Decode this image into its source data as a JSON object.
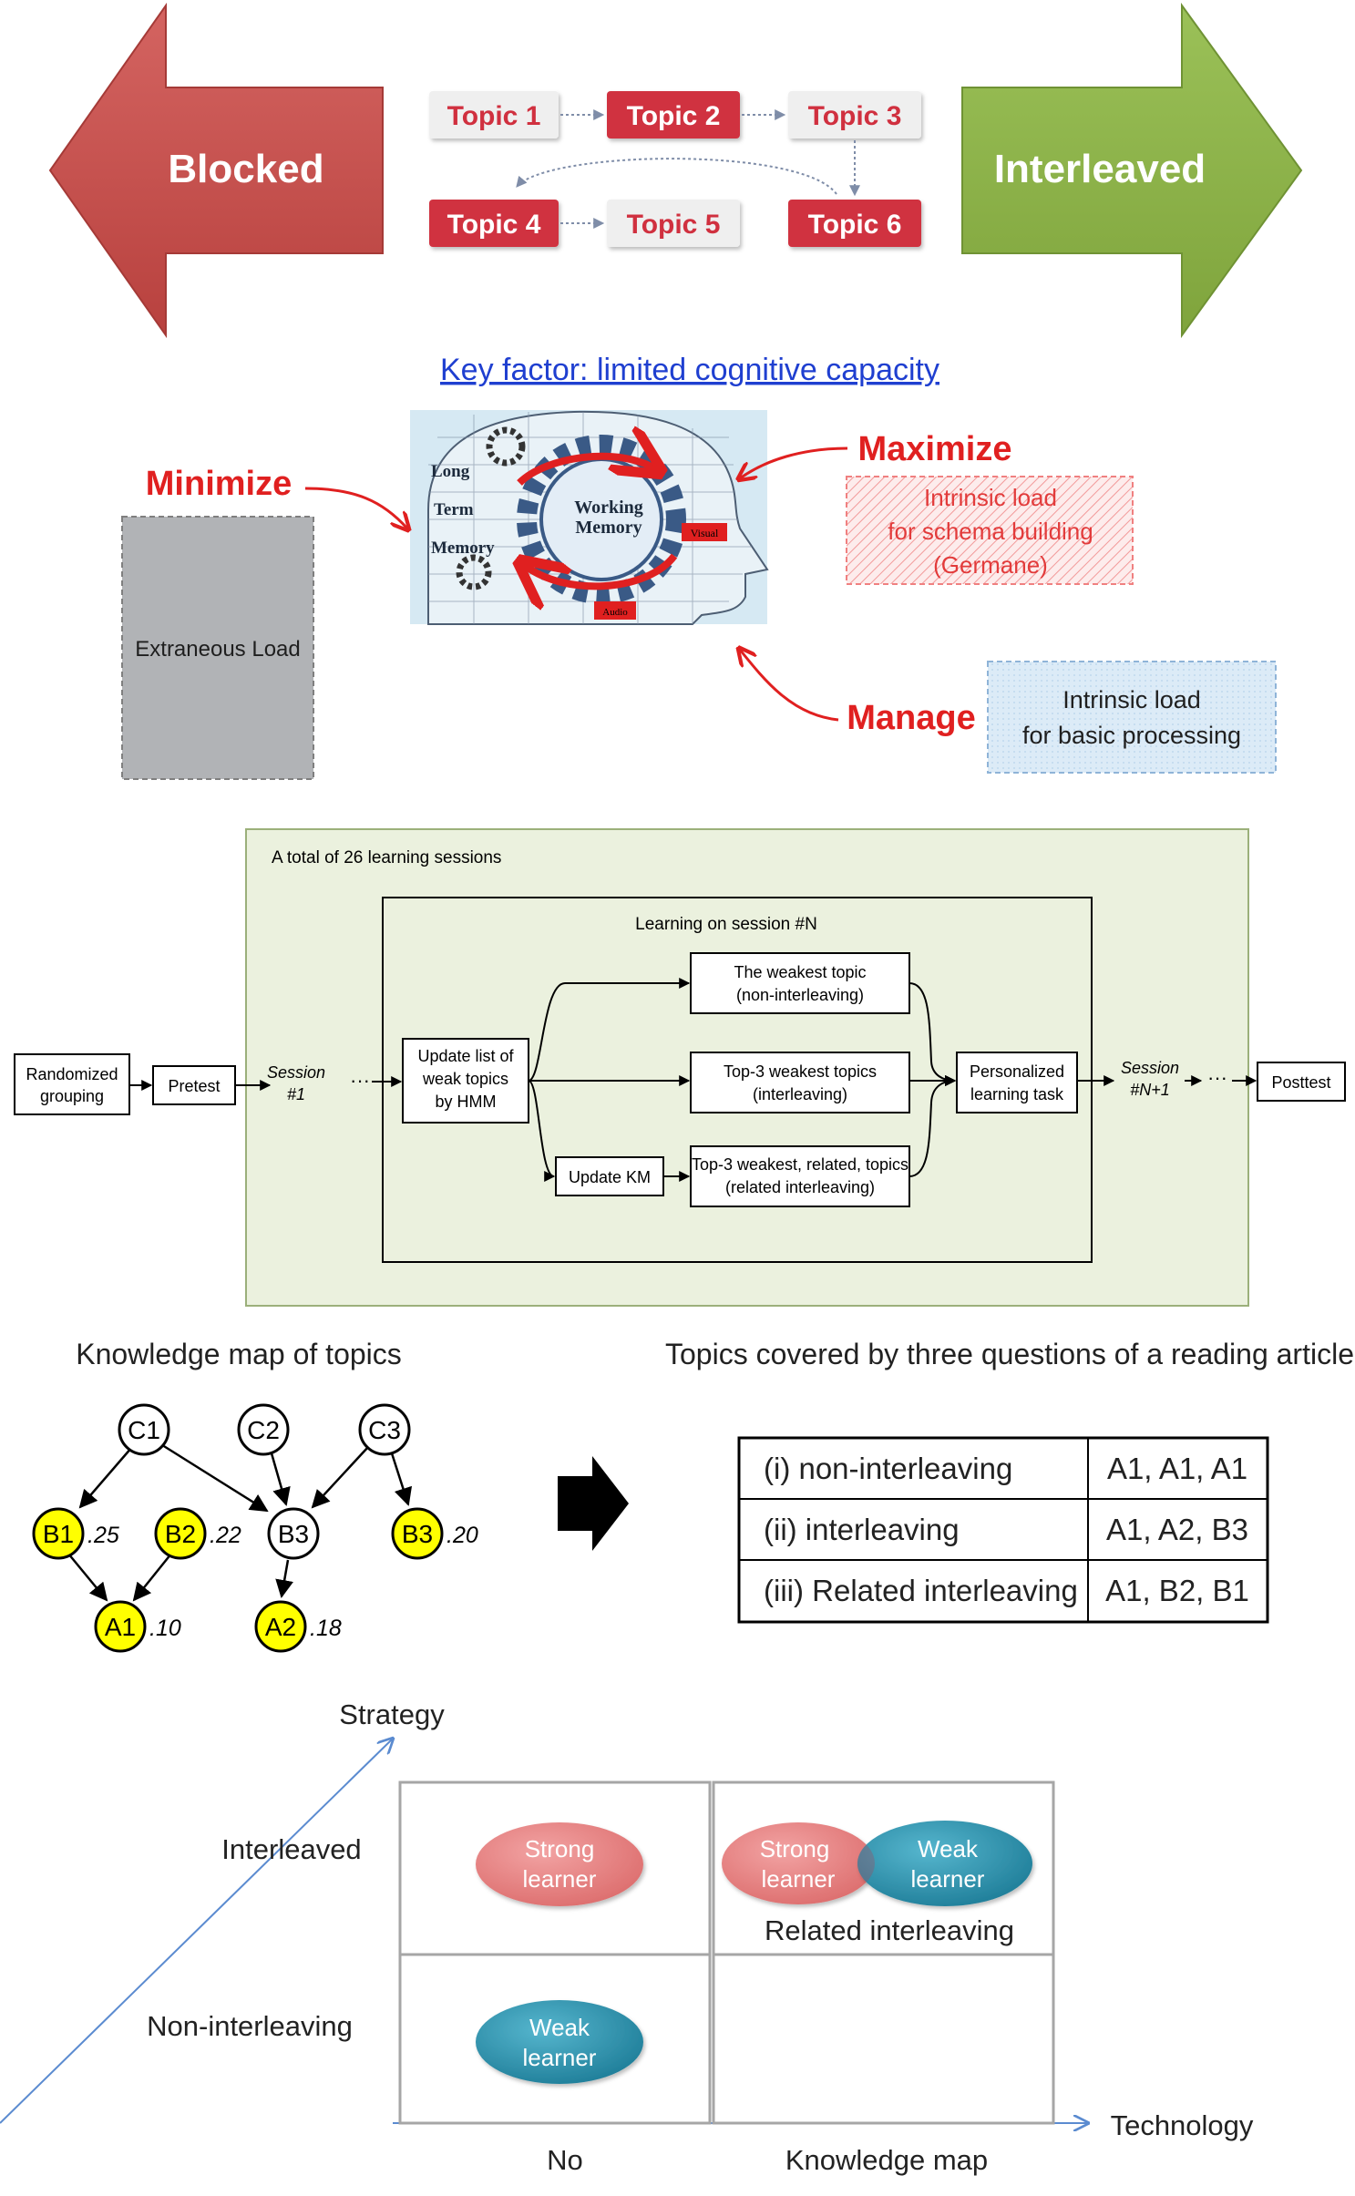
{
  "header": {
    "blocked_label": "Blocked",
    "interleaved_label": "Interleaved",
    "topics": [
      "Topic 1",
      "Topic 2",
      "Topic 3",
      "Topic 4",
      "Topic 5",
      "Topic 6"
    ]
  },
  "cognitive": {
    "key_factor": "Key factor: limited cognitive capacity",
    "minimize": "Minimize",
    "maximize": "Maximize",
    "manage": "Manage",
    "extraneous": "Extraneous Load",
    "germane": [
      "Intrinsic load",
      "for schema building",
      "(Germane)"
    ],
    "basic": [
      "Intrinsic load",
      "for basic processing"
    ],
    "brain": {
      "ltm": [
        "Long",
        "Term",
        "Memory"
      ],
      "wm": [
        "Working",
        "Memory"
      ],
      "visual": "Visual",
      "audio": "Audio"
    }
  },
  "flow": {
    "outer_title": "A total of 26 learning sessions",
    "inner_title": "Learning on session #N",
    "randomized": [
      "Randomized",
      "grouping"
    ],
    "pretest": "Pretest",
    "session1": [
      "Session",
      "#1"
    ],
    "dots": "···",
    "update_list": [
      "Update list of",
      "weak topics",
      "by HMM"
    ],
    "update_km": "Update KM",
    "weakest": [
      "The weakest topic",
      "(non-interleaving)"
    ],
    "top3": [
      "Top-3 weakest topics",
      "(interleaving)"
    ],
    "top3_related": [
      "Top-3 weakest, related, topics",
      "(related interleaving)"
    ],
    "personalized": [
      "Personalized",
      "learning task"
    ],
    "sessionN": [
      "Session",
      "#N+1"
    ],
    "posttest": "Posttest"
  },
  "kmap": {
    "title": "Knowledge map of topics",
    "nodes": {
      "C1": "C1",
      "C2": "C2",
      "C3": "C3",
      "B1": "B1",
      "B2": "B2",
      "B3a": "B3",
      "B3b": "B3",
      "A1": "A1",
      "A2": "A2"
    },
    "weights": {
      "B1": ".25",
      "B2": ".22",
      "B3b": ".20",
      "A1": ".10",
      "A2": ".18"
    }
  },
  "table": {
    "title": "Topics covered by three questions of a reading article",
    "rows": [
      {
        "label": "(i) non-interleaving",
        "value": "A1, A1, A1"
      },
      {
        "label": "(ii) interleaving",
        "value": "A1, A2, B3"
      },
      {
        "label": "(iii) Related interleaving",
        "value": "A1, B2, B1"
      }
    ]
  },
  "quadrant": {
    "y_axis": "Strategy",
    "x_axis": "Technology",
    "row_labels": [
      "Interleaved",
      "Non-interleaving"
    ],
    "col_labels": [
      "No",
      "Knowledge map"
    ],
    "strong": [
      "Strong",
      "learner"
    ],
    "weak": [
      "Weak",
      "learner"
    ],
    "related": "Related interleaving"
  },
  "colors": {
    "red_arrow": "#C0504D",
    "green_arrow": "#8DB04A",
    "topic_red": "#D0303F",
    "topic_grey": "#EFEFEF",
    "accent_red": "#E02020",
    "flow_bg": "#EBF1DE",
    "node_yellow": "#FFFF00",
    "strong_pink": "#E57373",
    "weak_teal": "#2E8FA8"
  }
}
